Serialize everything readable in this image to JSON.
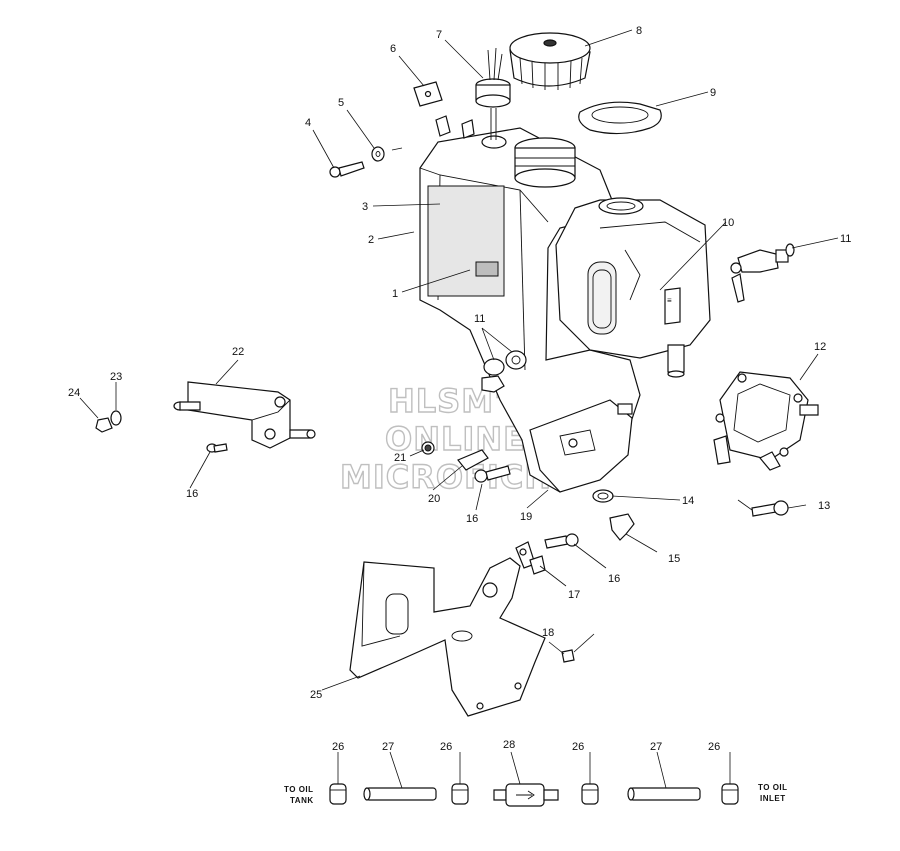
{
  "watermark": {
    "line1": "HLSM'S",
    "line2": "ONLINE",
    "line3": "MICROFICHE"
  },
  "notes": {
    "to_oil_tank_1": "TO OIL",
    "to_oil_tank_2": "TANK",
    "to_oil_inlet_1": "TO OIL",
    "to_oil_inlet_2": "INLET"
  },
  "callouts": {
    "c1": "1",
    "c2": "2",
    "c3": "3",
    "c4": "4",
    "c5": "5",
    "c6": "6",
    "c7": "7",
    "c8": "8",
    "c9": "9",
    "c10": "10",
    "c11a": "11",
    "c11b": "11",
    "c12": "12",
    "c13": "13",
    "c14": "14",
    "c15": "15",
    "c16a": "16",
    "c16b": "16",
    "c16c": "16",
    "c17": "17",
    "c18": "18",
    "c19": "19",
    "c20": "20",
    "c21": "21",
    "c22": "22",
    "c23": "23",
    "c24": "24",
    "c25": "25",
    "c26a": "26",
    "c26b": "26",
    "c26c": "26",
    "c26d": "26",
    "c27a": "27",
    "c27b": "27",
    "c28": "28"
  }
}
